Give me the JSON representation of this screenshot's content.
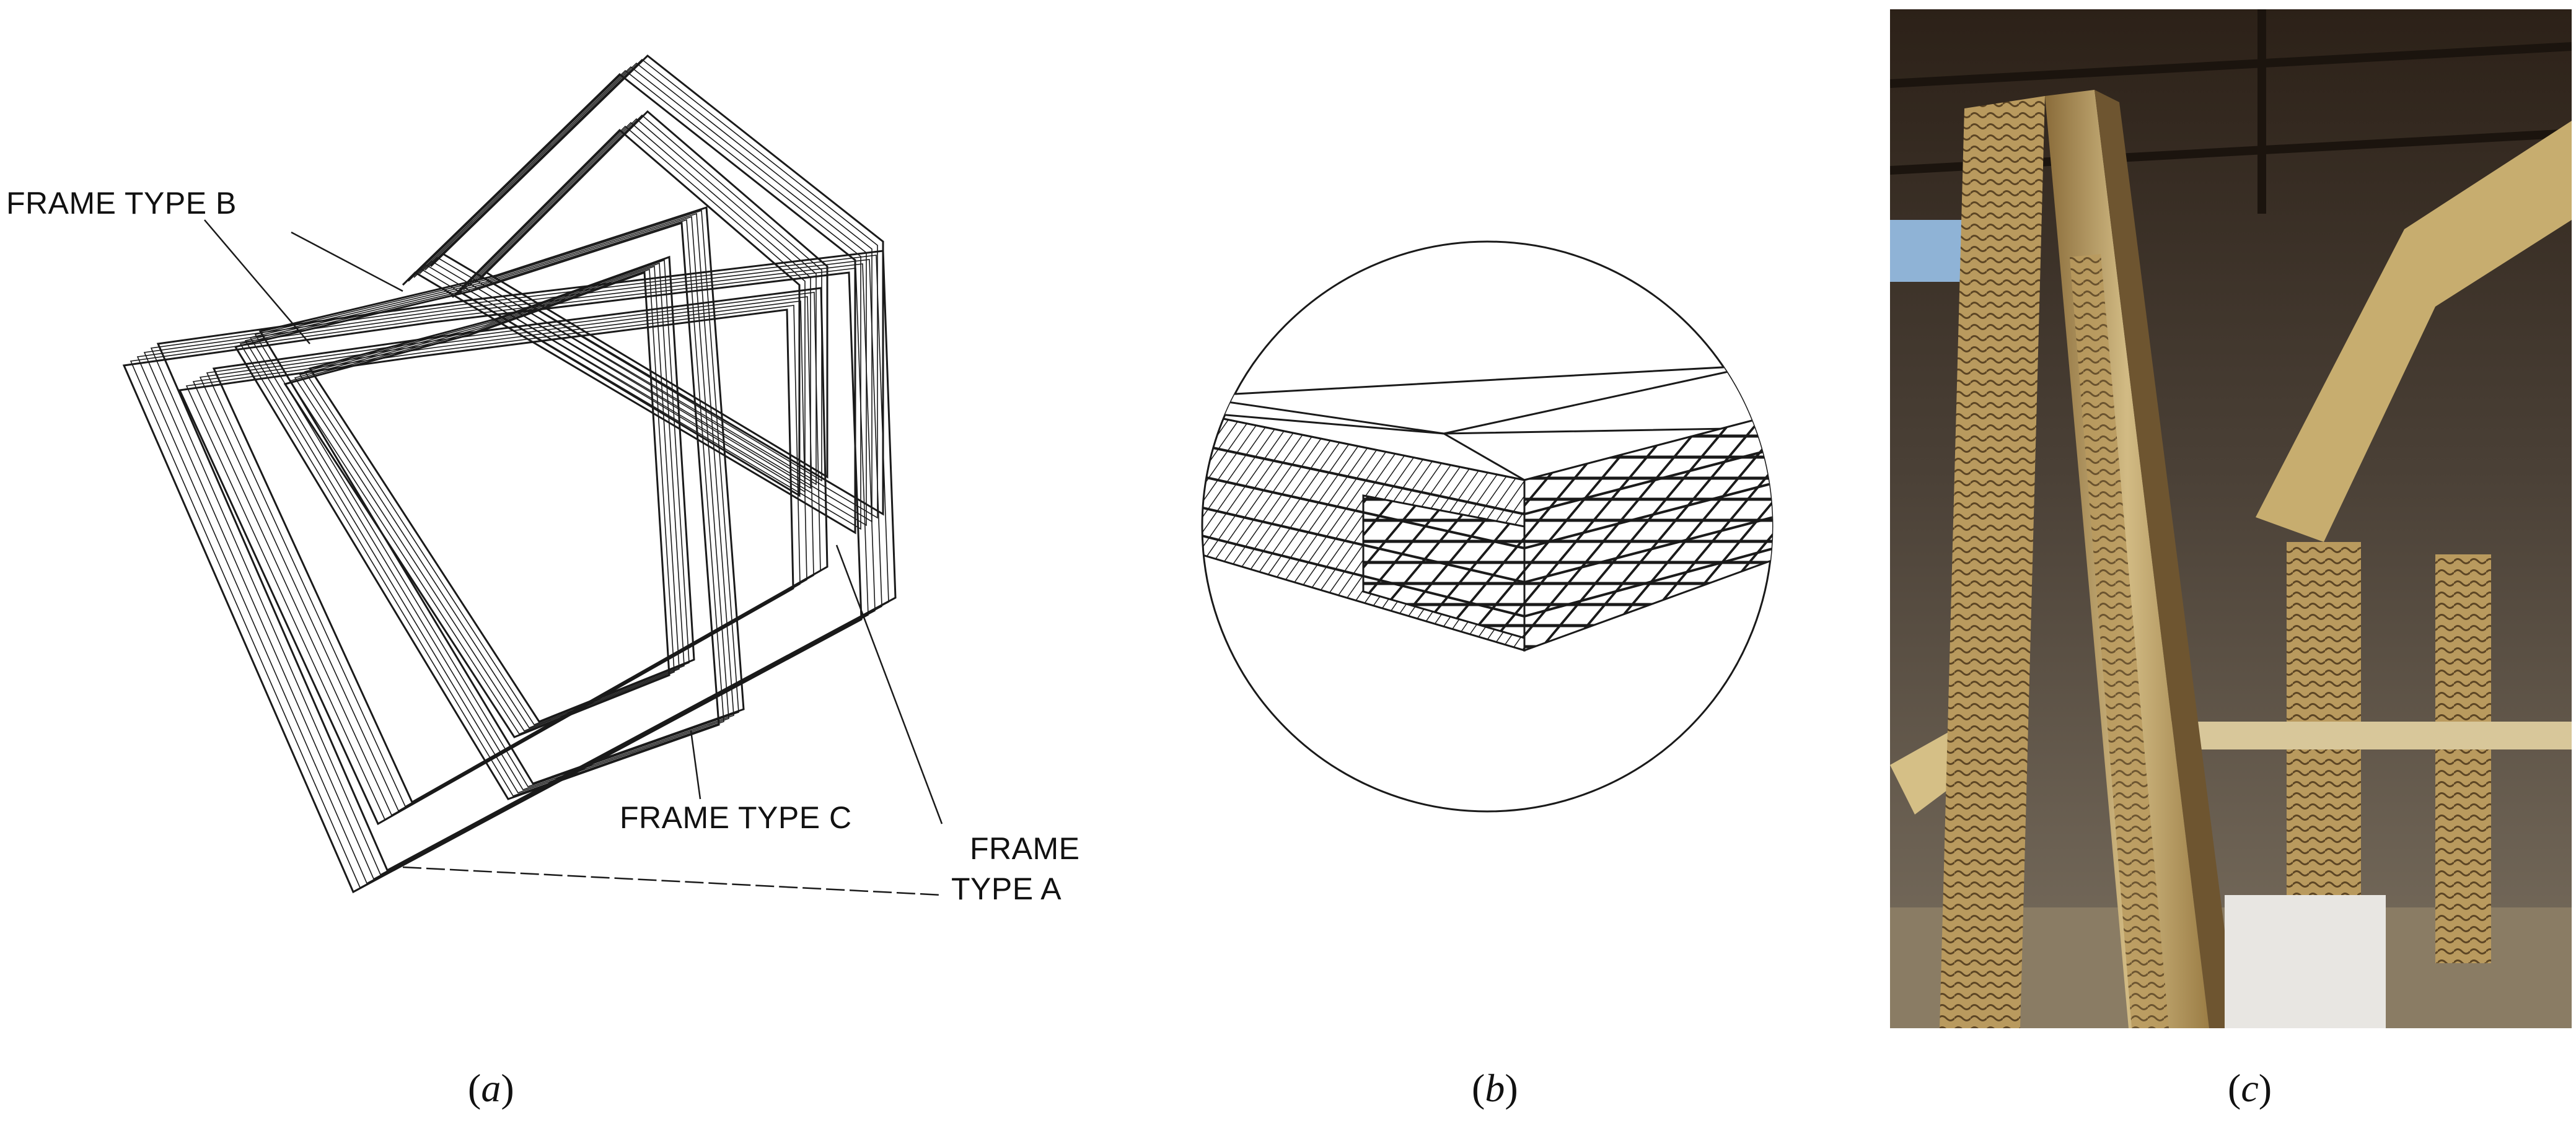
{
  "panel_a": {
    "labels": {
      "frame_b": "FRAME TYPE B",
      "frame_c": "FRAME TYPE C",
      "frame_a_line1": "FRAME",
      "frame_a_line2": "TYPE A"
    }
  },
  "captions": {
    "a_open": "(",
    "a_letter": "a",
    "a_close": ")",
    "b_open": "(",
    "b_letter": "b",
    "b_close": ")",
    "c_open": "(",
    "c_letter": "c",
    "c_close": ")"
  },
  "colors": {
    "line": "#1a1a1a",
    "photo_bg": "#3a2f22",
    "wood_light": "#c9b27a",
    "wood_mid": "#a88a4e",
    "wood_dark": "#6e5530",
    "floor": "#8a7c64"
  }
}
